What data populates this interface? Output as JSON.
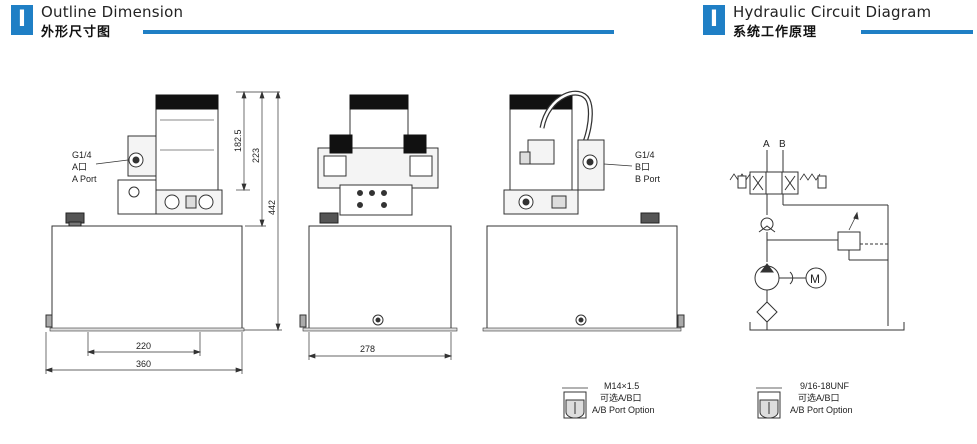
{
  "left_header": {
    "title_en": "Outline Dimension",
    "title_cn": "外形尺寸图"
  },
  "right_header": {
    "title_en": "Hydraulic Circuit Diagram",
    "title_cn": "系统工作原理"
  },
  "outline": {
    "front": {
      "port_label_1": "G1/4",
      "port_label_2": "A口",
      "port_label_3": "A Port",
      "dim_182_5": "182.5",
      "dim_223": "223",
      "dim_442": "442",
      "dim_220": "220",
      "dim_360": "360"
    },
    "side": {
      "dim_278": "278"
    },
    "back": {
      "port_label_1": "G1/4",
      "port_label_2": "B口",
      "port_label_3": "B Port"
    }
  },
  "port_options": [
    {
      "line1": "M14×1.5",
      "line2": "可选A/B口",
      "line3": "A/B Port Option"
    },
    {
      "line1": "9/16-18UNF",
      "line2": "可选A/B口",
      "line3": "A/B Port Option"
    }
  ],
  "circuit": {
    "label_a": "A",
    "label_b": "B",
    "motor_label": "M"
  }
}
